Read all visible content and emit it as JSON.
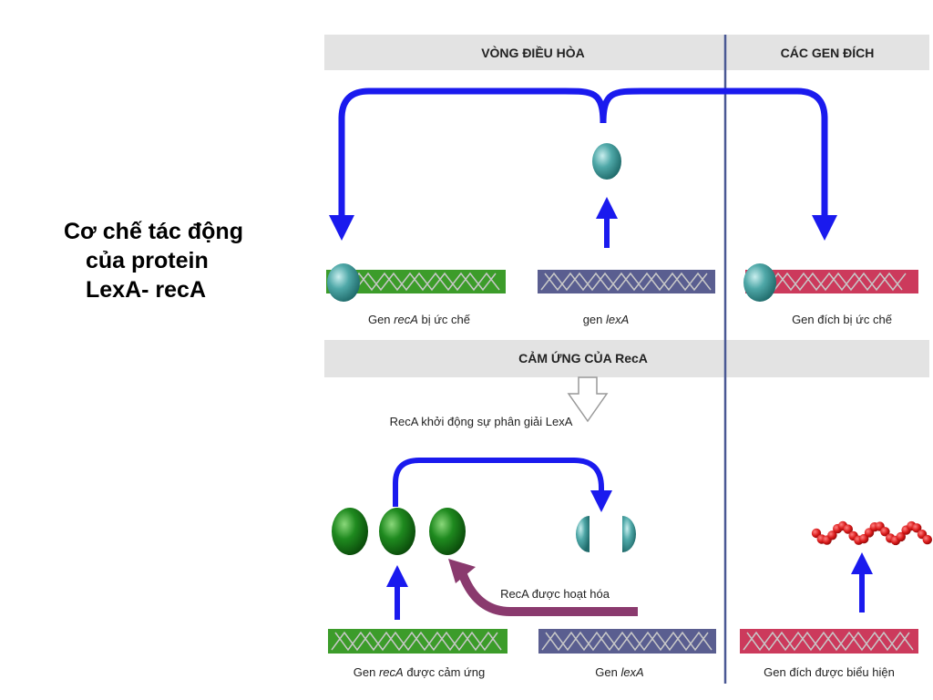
{
  "title_lines": [
    "Cơ chế tác động",
    "của protein",
    "LexA- recA"
  ],
  "headers": {
    "regulatory_loop": "VÒNG ĐIỀU HÒA",
    "target_genes": "CÁC GEN ĐÍCH",
    "reca_induction": "CẢM ỨNG CỦA RecA"
  },
  "top_labels": {
    "reca_gene_prefix": "Gen ",
    "reca_gene_name": "recA",
    "reca_gene_suffix": " bị ức chế",
    "lexa_gene_prefix": "gen ",
    "lexa_gene_name": "lexA",
    "target_gene": "Gen đích bị ức chế"
  },
  "bottom_labels": {
    "reca_start": "RecA khởi động sự phân giải LexA",
    "reca_activated": "RecA được hoạt hóa",
    "reca_gene_prefix": "Gen ",
    "reca_gene_name": "recA",
    "reca_gene_suffix": " được cảm ứng",
    "lexa_gene_prefix": "Gen ",
    "lexa_gene_name": "lexA",
    "target_gene": "Gen đích được biểu hiện"
  },
  "colors": {
    "header_bg": "#e3e3e3",
    "divider": "#4a5894",
    "arrow_blue": "#1a1aee",
    "arrow_purple": "#8a3a6e",
    "reca_gene": "#3c9c2a",
    "lexa_gene": "#5a5e90",
    "target_gene": "#cc3a5c",
    "lexa_protein": "#4fa8a8",
    "reca_protein": "#1f8a1f",
    "expressed_protein": "#d81818"
  }
}
